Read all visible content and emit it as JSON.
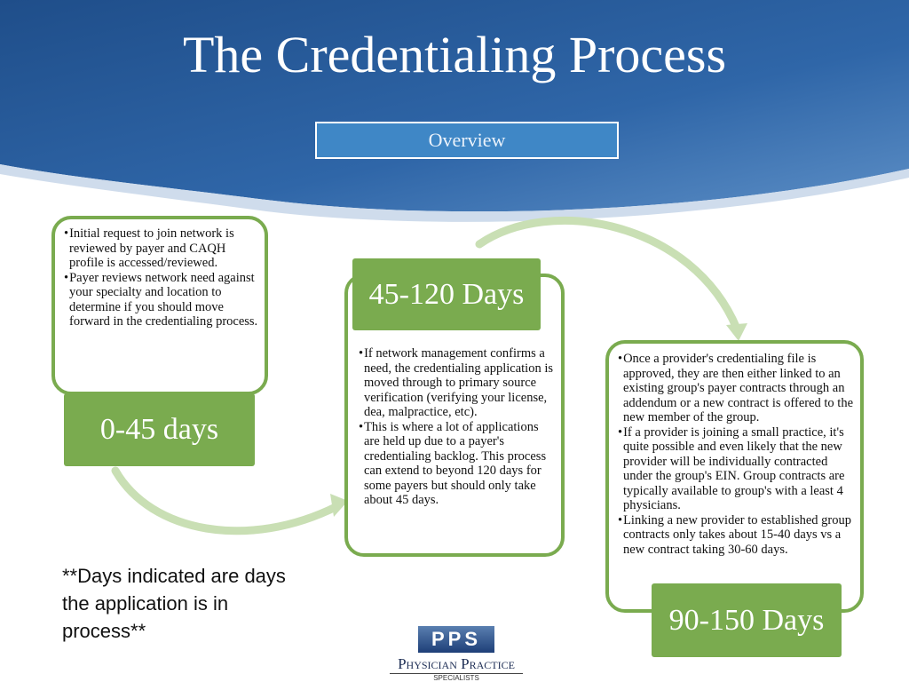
{
  "title": "The Credentialing Process",
  "subtitle": "Overview",
  "stages": [
    {
      "label": "0-45 days",
      "bullets": [
        "Initial request to join network is reviewed by payer and CAQH profile is accessed/reviewed.",
        "Payer reviews network need against your specialty and location to determine if you should move forward in the credentialing process."
      ]
    },
    {
      "label": "45-120 Days",
      "bullets": [
        "If network management confirms a need, the credentialing application is moved through to primary source verification (verifying your license, dea, malpractice, etc).",
        "This is where a lot of applications are held up due to a payer's credentialing backlog.  This process can extend to beyond 120 days for some payers but should only take about 45 days."
      ]
    },
    {
      "label": "90-150 Days",
      "bullets": [
        "Once a provider's credentialing file is approved, they are then either linked to an existing group's payer contracts through an addendum or a new contract is offered to the new member of the group.",
        "If a provider is joining a small practice, it's quite possible and even likely that the new provider will be individually contracted under the group's EIN.  Group contracts are typically available to group's with a least 4 physicians.",
        "Linking a new provider to established group contracts only takes about 15-40 days vs a new contract taking 30-60 days."
      ]
    }
  ],
  "note": "**Days indicated are days the application is in process**",
  "logo": {
    "mark": "PPS",
    "name": "Physician Practice",
    "sub": "SPECIALISTS"
  },
  "colors": {
    "green": "#7aab4f",
    "blue": "#2e5f9c",
    "arrow": "#c9dfb4"
  }
}
